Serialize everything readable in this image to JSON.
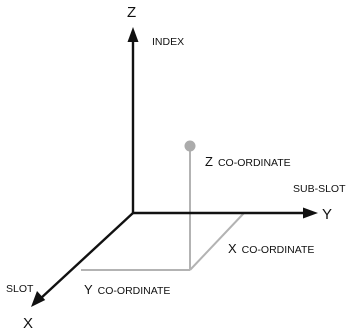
{
  "axes": {
    "z": {
      "letter": "Z",
      "label": "INDEX"
    },
    "y": {
      "letter": "Y",
      "label": "SUB-SLOT"
    },
    "x": {
      "letter": "X",
      "label": "SLOT"
    }
  },
  "coordinates": {
    "z": {
      "letter": "Z",
      "suffix": "CO-ORDINATE"
    },
    "x": {
      "letter": "X",
      "suffix": "CO-ORDINATE"
    },
    "y": {
      "letter": "Y",
      "suffix": "CO-ORDINATE"
    }
  },
  "colors": {
    "axis": "#111111",
    "projection": "#b3b3b3",
    "point": "#ababab"
  }
}
